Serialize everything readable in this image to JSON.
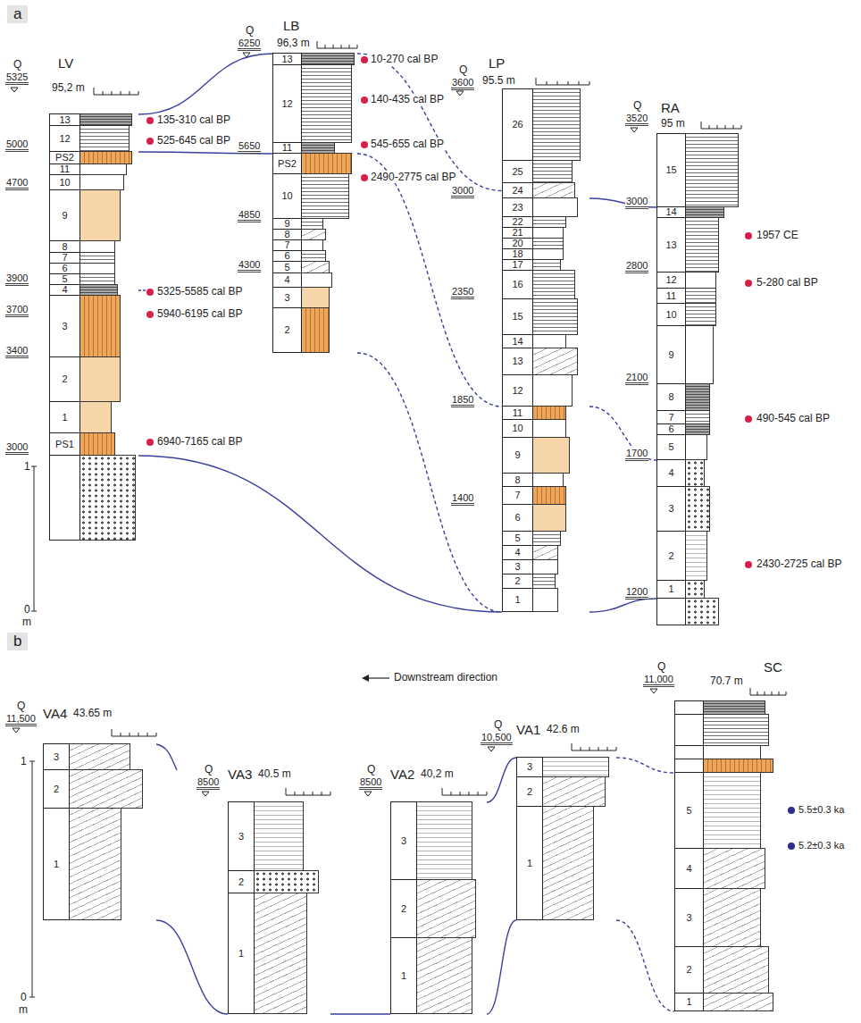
{
  "diagram": {
    "nodes": [
      {
        "text": [
          "LV",
          "95,2 m"
        ]
      },
      {
        "text": [
          "13"
        ],
        "in": 0
      },
      {
        "text": [
          "12"
        ],
        "in": 0
      },
      {
        "text": [
          "PS2"
        ],
        "in": 0
      },
      {
        "text": [
          "11"
        ],
        "in": 0
      },
      {
        "text": [
          "10"
        ],
        "in": 0
      },
      {
        "text": [
          "9"
        ],
        "in": 0
      },
      {
        "text": [
          "8"
        ],
        "in": 0
      },
      {
        "text": [
          "7"
        ],
        "in": 0
      },
      {
        "text": [
          "6"
        ],
        "in": 0
      },
      {
        "text": [
          "5"
        ],
        "in": 0
      },
      {
        "text": [
          "4"
        ],
        "in": 0
      },
      {
        "text": [
          "3"
        ],
        "in": 0
      },
      {
        "text": [
          "2"
        ],
        "in": 0
      },
      {
        "text": [
          "1"
        ],
        "in": 0
      },
      {
        "text": [
          "PS1"
        ],
        "in": 0
      },
      {
        "text": [
          "LB",
          "96,3 m"
        ]
      },
      {
        "text": [
          "13"
        ],
        "in": 16
      },
      {
        "text": [
          "12"
        ],
        "in": 16
      },
      {
        "text": [
          "11"
        ],
        "in": 16
      },
      {
        "text": [
          "PS2"
        ],
        "in": 16
      },
      {
        "text": [
          "10"
        ],
        "in": 16
      },
      {
        "text": [
          "9"
        ],
        "in": 16
      },
      {
        "text": [
          "8"
        ],
        "in": 16
      },
      {
        "text": [
          "7"
        ],
        "in": 16
      },
      {
        "text": [
          "6"
        ],
        "in": 16
      },
      {
        "text": [
          "5"
        ],
        "in": 16
      },
      {
        "text": [
          "4"
        ],
        "in": 16
      },
      {
        "text": [
          "3"
        ],
        "in": 16
      },
      {
        "text": [
          "2"
        ],
        "in": 16
      },
      {
        "text": [
          "LP",
          "95.5 m"
        ]
      },
      {
        "text": [
          "26"
        ],
        "in": 30
      },
      {
        "text": [
          "25"
        ],
        "in": 30
      },
      {
        "text": [
          "24"
        ],
        "in": 30
      },
      {
        "text": [
          "23"
        ],
        "in": 30
      },
      {
        "text": [
          "22"
        ],
        "in": 30
      },
      {
        "text": [
          "21"
        ],
        "in": 30
      },
      {
        "text": [
          "20"
        ],
        "in": 30
      },
      {
        "text": [
          "18"
        ],
        "in": 30
      },
      {
        "text": [
          "17"
        ],
        "in": 30
      },
      {
        "text": [
          "16"
        ],
        "in": 30
      },
      {
        "text": [
          "15"
        ],
        "in": 30
      },
      {
        "text": [
          "14"
        ],
        "in": 30
      },
      {
        "text": [
          "13"
        ],
        "in": 30
      },
      {
        "text": [
          "12"
        ],
        "in": 30
      },
      {
        "text": [
          "11"
        ],
        "in": 30
      },
      {
        "text": [
          "10"
        ],
        "in": 30
      },
      {
        "text": [
          "9"
        ],
        "in": 30
      },
      {
        "text": [
          "8"
        ],
        "in": 30
      },
      {
        "text": [
          "7"
        ],
        "in": 30
      },
      {
        "text": [
          "6"
        ],
        "in": 30
      },
      {
        "text": [
          "5"
        ],
        "in": 30
      },
      {
        "text": [
          "4"
        ],
        "in": 30
      },
      {
        "text": [
          "3"
        ],
        "in": 30
      },
      {
        "text": [
          "2"
        ],
        "in": 30
      },
      {
        "text": [
          "1"
        ],
        "in": 30
      },
      {
        "text": [
          "RA",
          "95 m"
        ]
      },
      {
        "text": [
          "15"
        ],
        "in": 56
      },
      {
        "text": [
          "14"
        ],
        "in": 56
      },
      {
        "text": [
          "13"
        ],
        "in": 56
      },
      {
        "text": [
          "12"
        ],
        "in": 56
      },
      {
        "text": [
          "11"
        ],
        "in": 56
      },
      {
        "text": [
          "10"
        ],
        "in": 56
      },
      {
        "text": [
          "9"
        ],
        "in": 56
      },
      {
        "text": [
          "8"
        ],
        "in": 56
      },
      {
        "text": [
          "7"
        ],
        "in": 56
      },
      {
        "text": [
          "6"
        ],
        "in": 56
      },
      {
        "text": [
          "5"
        ],
        "in": 56
      },
      {
        "text": [
          "4"
        ],
        "in": 56
      },
      {
        "text": [
          "3"
        ],
        "in": 56
      },
      {
        "text": [
          "2"
        ],
        "in": 56
      },
      {
        "text": [
          "1"
        ],
        "in": 56
      },
      {
        "text": [
          "VA4",
          "43.65 m"
        ]
      },
      {
        "text": [
          "3"
        ],
        "in": 72
      },
      {
        "text": [
          "2"
        ],
        "in": 72
      },
      {
        "text": [
          "1"
        ],
        "in": 72
      },
      {
        "text": [
          "VA3",
          "40.5 m"
        ]
      },
      {
        "text": [
          "3"
        ],
        "in": 76
      },
      {
        "text": [
          "2"
        ],
        "in": 76
      },
      {
        "text": [
          "1"
        ],
        "in": 76
      },
      {
        "text": [
          "VA2",
          "40,2 m"
        ]
      },
      {
        "text": [
          "3"
        ],
        "in": 80
      },
      {
        "text": [
          "2"
        ],
        "in": 80
      },
      {
        "text": [
          "1"
        ],
        "in": 80
      },
      {
        "text": [
          "VA1",
          "42.6 m"
        ]
      },
      {
        "text": [
          "3"
        ],
        "in": 84
      },
      {
        "text": [
          "2"
        ],
        "in": 84
      },
      {
        "text": [
          "1"
        ],
        "in": 84
      },
      {
        "text": [
          "SC",
          "70.7 m"
        ]
      },
      {
        "text": [
          "5"
        ],
        "in": 88
      },
      {
        "text": [
          "4"
        ],
        "in": 88
      },
      {
        "text": [
          "3"
        ],
        "in": 88
      },
      {
        "text": [
          "2"
        ],
        "in": 88
      },
      {
        "text": [
          "1"
        ],
        "in": 88
      }
    ],
    "edges": [
      {
        "from": 1,
        "to": 17,
        "arrow": "none"
      },
      {
        "from": 3,
        "to": 19,
        "arrow": "none"
      },
      {
        "from": 15,
        "to": 55,
        "arrow": "none"
      },
      {
        "from": 17,
        "to": 33,
        "arrow": "none"
      },
      {
        "from": 20,
        "to": 45,
        "arrow": "none"
      },
      {
        "from": 29,
        "to": 55,
        "arrow": "none"
      },
      {
        "from": 34,
        "to": 58,
        "arrow": "none"
      },
      {
        "from": 45,
        "to": 68,
        "arrow": "none"
      },
      {
        "from": 55,
        "to": 71,
        "arrow": "none"
      },
      {
        "from": 75,
        "to": 79,
        "arrow": "none"
      },
      {
        "from": 79,
        "to": 83,
        "arrow": "none"
      },
      {
        "from": 83,
        "to": 87,
        "arrow": "none"
      },
      {
        "from": 81,
        "to": 85,
        "arrow": "none"
      },
      {
        "from": 85,
        "to": 89,
        "arrow": "none"
      },
      {
        "from": 87,
        "to": 93,
        "arrow": "none"
      }
    ],
    "labels": [
      "a",
      "Q",
      "5325",
      "5000",
      "4700",
      "3900",
      "3700",
      "3400",
      "3000",
      "135-310 cal BP",
      "525-645 cal BP",
      "5325-5585 cal BP",
      "5940-6195 cal BP",
      "6940-7165 cal BP",
      "1",
      "0",
      "m",
      "Q",
      "6250",
      "5650",
      "4850",
      "4300",
      "10-270 cal BP",
      "140-435 cal BP",
      "545-655 cal BP",
      "2490-2775 cal BP",
      "Q",
      "3600",
      "3000",
      "2350",
      "1850",
      "1400",
      "Q",
      "3520",
      "3000",
      "2800",
      "2100",
      "1700",
      "1200",
      "1957 CE",
      "5-280 cal BP",
      "490-545 cal BP",
      "2430-2725 cal BP",
      "b",
      "Downstream direction",
      "Q",
      "11,500",
      "1",
      "0",
      "m",
      "Q",
      "8500",
      "Q",
      "8500",
      "Q",
      "10,500",
      "Q",
      "11,000",
      "5.5±0.3 ka",
      "5.2±0.3 ka"
    ]
  }
}
